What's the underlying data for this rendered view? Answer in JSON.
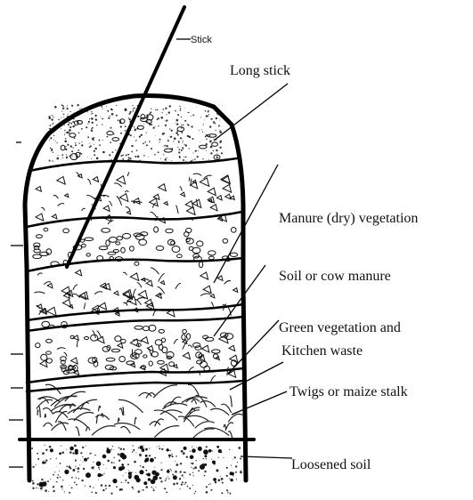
{
  "labels": {
    "stick": "Stick",
    "long_stick": "Long stick",
    "manure_dry_vegetation": "Manure (dry) vegetation",
    "soil_or_cow_manure": "Soil or cow manure",
    "green_vegetation_line1": "Green vegetation and",
    "green_vegetation_line2": "Kitchen waste",
    "twigs_or_maize_stalk": "Twigs or maize stalk",
    "loosened_soil": "Loosened soil"
  },
  "colors": {
    "ink": "#000000",
    "background": "#ffffff"
  }
}
